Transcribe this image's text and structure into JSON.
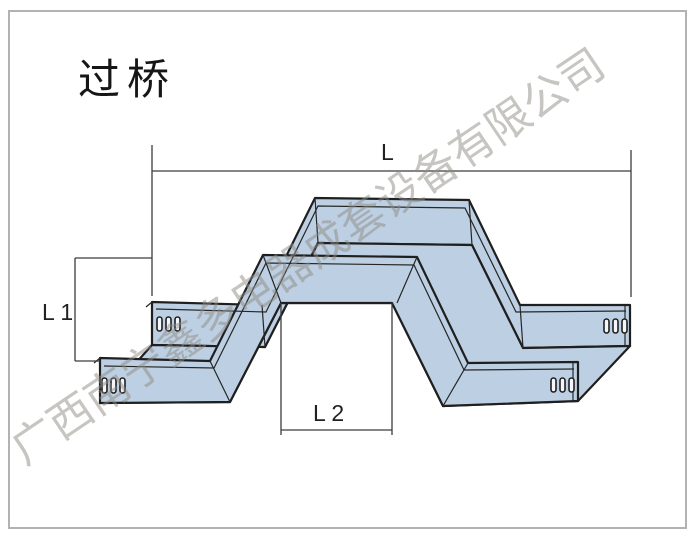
{
  "page": {
    "background": "#ffffff",
    "border_color": "#b2b2b2"
  },
  "title": "过桥",
  "watermark": {
    "text": "广西南宁鑫多电器成套设备有限公司",
    "color": "#8f8c84"
  },
  "diagram": {
    "object": "cable-tray-crossover-bridge",
    "style": "isometric line drawing",
    "fill_color": "#bdd0e3",
    "outline_color": "#1f1f1f",
    "dimension_line_color": "#3c3c3c",
    "slot_groups": 4,
    "slots_per_group": 3,
    "dimensions": {
      "overall": {
        "label": "L"
      },
      "height": {
        "label": "L 1"
      },
      "span": {
        "label": "L 2"
      }
    }
  }
}
